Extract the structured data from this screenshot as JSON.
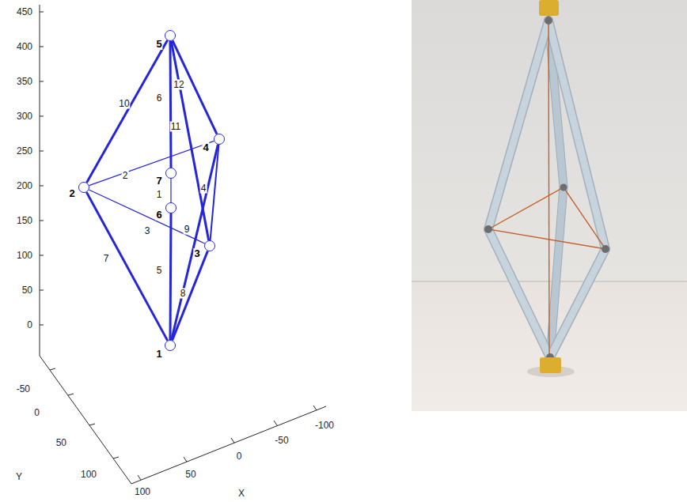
{
  "diagram": {
    "nodes": [
      {
        "text": [
          "5"
        ]
      },
      {
        "text": [
          "4"
        ]
      },
      {
        "text": [
          "7"
        ]
      },
      {
        "text": [
          "2"
        ]
      },
      {
        "text": [
          "6"
        ]
      },
      {
        "text": [
          "3"
        ]
      },
      {
        "text": [
          "1"
        ]
      }
    ],
    "edges": [
      {
        "from": 4,
        "to": 2,
        "arrow": "none",
        "label": "1"
      },
      {
        "from": 3,
        "to": 1,
        "arrow": "none",
        "label": "2"
      },
      {
        "from": 3,
        "to": 5,
        "arrow": "none",
        "label": "3"
      },
      {
        "from": 5,
        "to": 1,
        "arrow": "none",
        "label": "4"
      },
      {
        "from": 6,
        "to": 4,
        "arrow": "none",
        "label": "5"
      },
      {
        "from": 0,
        "to": 2,
        "arrow": "none",
        "label": "6"
      },
      {
        "from": 6,
        "to": 3,
        "arrow": "none",
        "label": "7"
      },
      {
        "from": 6,
        "to": 5,
        "arrow": "none",
        "label": "8"
      },
      {
        "from": 6,
        "to": 1,
        "arrow": "none",
        "label": "9"
      },
      {
        "from": 0,
        "to": 3,
        "arrow": "none",
        "label": "10"
      },
      {
        "from": 0,
        "to": 5,
        "arrow": "none",
        "label": "11"
      },
      {
        "from": 0,
        "to": 1,
        "arrow": "none",
        "label": "12"
      }
    ],
    "labels": [
      "450",
      "400",
      "350",
      "300",
      "250",
      "200",
      "150",
      "100",
      "50",
      "0",
      "-50",
      "0",
      "50",
      "100",
      "Y",
      "100",
      "50",
      "0",
      "-50",
      "-100",
      "X"
    ]
  }
}
